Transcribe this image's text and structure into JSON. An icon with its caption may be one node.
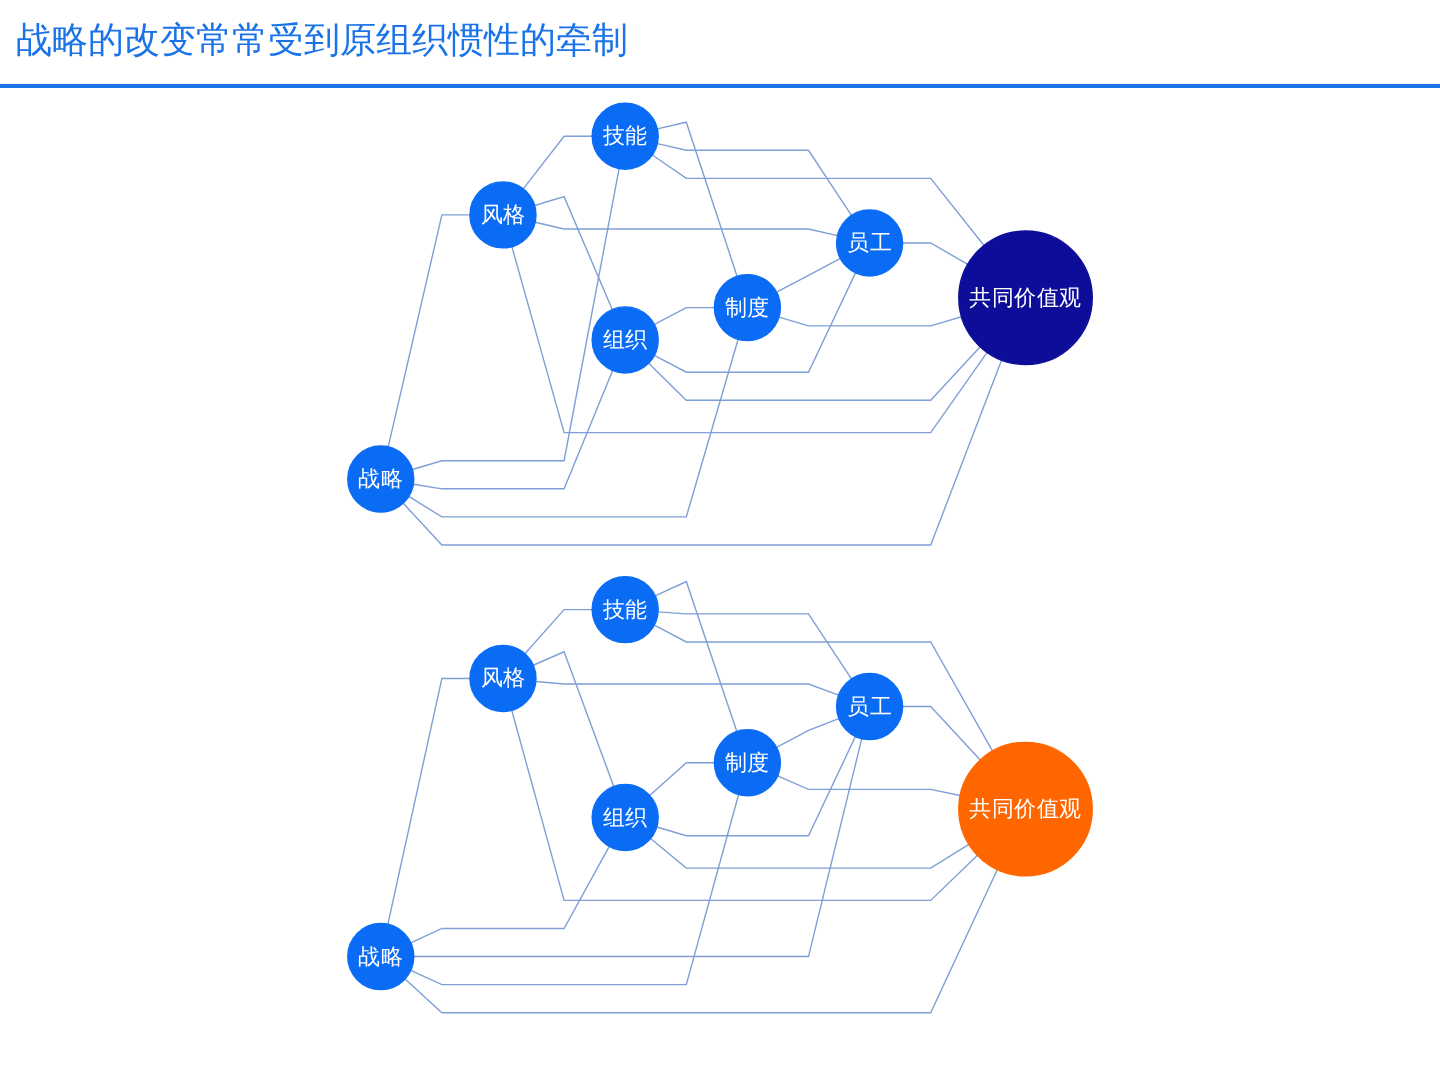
{
  "diagram": {
    "title": "战略的改变常常受到原组织惯性的牵制",
    "nodes": [
      {
        "text": [
          "战略"
        ]
      },
      {
        "text": [
          "风格"
        ]
      },
      {
        "text": [
          "技能"
        ]
      },
      {
        "text": [
          "共同价值观"
        ]
      },
      {
        "text": [
          "组织"
        ]
      },
      {
        "text": [
          "制度"
        ]
      },
      {
        "text": [
          "员工"
        ]
      },
      {
        "text": [
          "战略"
        ]
      },
      {
        "text": [
          "风格"
        ]
      },
      {
        "text": [
          "技能"
        ]
      },
      {
        "text": [
          "共同价值观"
        ]
      },
      {
        "text": [
          "组织"
        ]
      },
      {
        "text": [
          "制度"
        ]
      },
      {
        "text": [
          "员工"
        ]
      }
    ],
    "edges": [
      {
        "from": 0,
        "to": 1,
        "arrow": "none"
      },
      {
        "from": 0,
        "to": 2,
        "arrow": "none"
      },
      {
        "from": 0,
        "to": 4,
        "arrow": "none"
      },
      {
        "from": 0,
        "to": 5,
        "arrow": "none"
      },
      {
        "from": 0,
        "to": 3,
        "arrow": "none"
      },
      {
        "from": 1,
        "to": 2,
        "arrow": "none"
      },
      {
        "from": 1,
        "to": 4,
        "arrow": "none"
      },
      {
        "from": 1,
        "to": 6,
        "arrow": "none"
      },
      {
        "from": 1,
        "to": 3,
        "arrow": "none"
      },
      {
        "from": 2,
        "to": 5,
        "arrow": "none"
      },
      {
        "from": 2,
        "to": 6,
        "arrow": "none"
      },
      {
        "from": 2,
        "to": 3,
        "arrow": "none"
      },
      {
        "from": 4,
        "to": 5,
        "arrow": "none"
      },
      {
        "from": 4,
        "to": 6,
        "arrow": "none"
      },
      {
        "from": 4,
        "to": 3,
        "arrow": "none"
      },
      {
        "from": 5,
        "to": 6,
        "arrow": "none"
      },
      {
        "from": 5,
        "to": 3,
        "arrow": "none"
      },
      {
        "from": 6,
        "to": 3,
        "arrow": "none"
      },
      {
        "from": 7,
        "to": 8,
        "arrow": "none"
      },
      {
        "from": 7,
        "to": 11,
        "arrow": "none"
      },
      {
        "from": 7,
        "to": 13,
        "arrow": "none"
      },
      {
        "from": 7,
        "to": 12,
        "arrow": "none"
      },
      {
        "from": 7,
        "to": 10,
        "arrow": "none"
      },
      {
        "from": 8,
        "to": 9,
        "arrow": "none"
      },
      {
        "from": 8,
        "to": 11,
        "arrow": "none"
      },
      {
        "from": 8,
        "to": 13,
        "arrow": "none"
      },
      {
        "from": 8,
        "to": 10,
        "arrow": "none"
      },
      {
        "from": 9,
        "to": 12,
        "arrow": "none"
      },
      {
        "from": 9,
        "to": 13,
        "arrow": "none"
      },
      {
        "from": 9,
        "to": 10,
        "arrow": "none"
      },
      {
        "from": 11,
        "to": 12,
        "arrow": "none"
      },
      {
        "from": 11,
        "to": 13,
        "arrow": "none"
      },
      {
        "from": 11,
        "to": 10,
        "arrow": "none"
      },
      {
        "from": 12,
        "to": 13,
        "arrow": "none"
      },
      {
        "from": 12,
        "to": 10,
        "arrow": "none"
      },
      {
        "from": 13,
        "to": 10,
        "arrow": "none"
      }
    ]
  }
}
